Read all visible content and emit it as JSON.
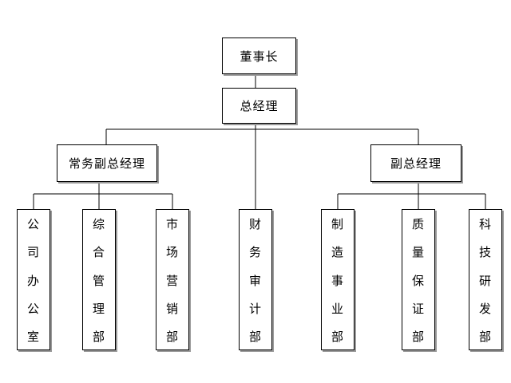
{
  "org_chart": {
    "chairman": "董事长",
    "general_manager": "总经理",
    "executive_vice_gm": "常务副总经理",
    "vice_gm": "副总经理",
    "departments": {
      "general_office": "公司办公室",
      "general_management": "综合管理部",
      "marketing": "市场营销部",
      "finance_audit": "财务审计部",
      "manufacturing": "制造事业部",
      "quality_assurance": "质量保证部",
      "research_development": "科技研发部"
    }
  }
}
